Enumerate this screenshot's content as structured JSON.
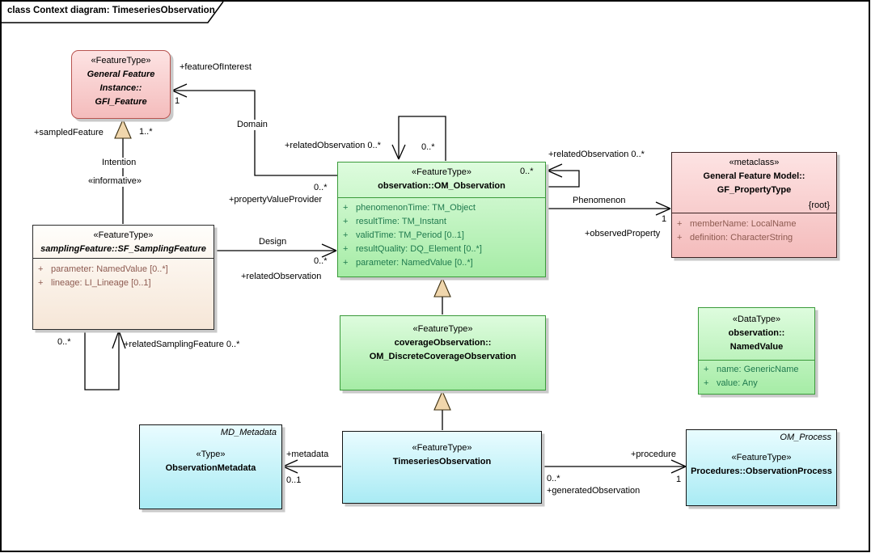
{
  "frame": {
    "title": "class Context diagram: TimeseriesObservation"
  },
  "classes": {
    "gfi_feature": {
      "stereotype": "«FeatureType»",
      "name_line1": "General Feature",
      "name_line2": "Instance::",
      "name_line3": "GFI_Feature"
    },
    "sf_sampling_feature": {
      "stereotype": "«FeatureType»",
      "name": "samplingFeature::SF_SamplingFeature",
      "attributes": [
        {
          "vis": "+",
          "text": "parameter: NamedValue [0..*]"
        },
        {
          "vis": "+",
          "text": "lineage: LI_Lineage [0..1]"
        }
      ]
    },
    "om_observation": {
      "stereotype": "«FeatureType»",
      "name": "observation::OM_Observation",
      "corner_multiplicity": "0..*",
      "attributes": [
        {
          "vis": "+",
          "text": "phenomenonTime: TM_Object"
        },
        {
          "vis": "+",
          "text": "resultTime: TM_Instant"
        },
        {
          "vis": "+",
          "text": "validTime: TM_Period [0..1]"
        },
        {
          "vis": "+",
          "text": "resultQuality: DQ_Element [0..*]"
        },
        {
          "vis": "+",
          "text": "parameter: NamedValue [0..*]"
        }
      ]
    },
    "gf_property_type": {
      "stereotype": "«metaclass»",
      "name_line1": "General Feature Model::",
      "name_line2": "GF_PropertyType",
      "tag": "{root}",
      "attributes": [
        {
          "vis": "+",
          "text": "memberName: LocalName"
        },
        {
          "vis": "+",
          "text": "definition: CharacterString"
        }
      ]
    },
    "om_discrete_coverage_observation": {
      "stereotype": "«FeatureType»",
      "name_line1": "coverageObservation::",
      "name_line2": "OM_DiscreteCoverageObservation"
    },
    "named_value": {
      "stereotype": "«DataType»",
      "name_line1": "observation::",
      "name_line2": "NamedValue",
      "attributes": [
        {
          "vis": "+",
          "text": "name: GenericName"
        },
        {
          "vis": "+",
          "text": "value: Any"
        }
      ]
    },
    "observation_metadata": {
      "corner_label": "MD_Metadata",
      "stereotype": "«Type»",
      "name": "ObservationMetadata"
    },
    "timeseries_observation": {
      "stereotype": "«FeatureType»",
      "name": "TimeseriesObservation"
    },
    "observation_process": {
      "corner_label": "OM_Process",
      "stereotype": "«FeatureType»",
      "name": "Procedures::ObservationProcess"
    }
  },
  "edge_labels": {
    "feature_of_interest_role": "+featureOfInterest",
    "feature_of_interest_mult": "1",
    "domain_name": "Domain",
    "sampled_feature_role": "+sampledFeature",
    "sampled_feature_mult": "1..*",
    "intention_name": "Intention",
    "informative_stereotype": "«informative»",
    "related_observation_top_role": "+relatedObservation 0..*",
    "related_observation_top_mult": "0..*",
    "related_observation_right_role": "+relatedObservation 0..*",
    "property_value_provider_mult": "0..*",
    "property_value_provider_role": "+propertyValueProvider",
    "phenomenon_name": "Phenomenon",
    "observed_property_mult": "1",
    "observed_property_role": "+observedProperty",
    "design_name": "Design",
    "related_observation_left_mult": "0..*",
    "related_observation_left_role": "+relatedObservation",
    "sampling_self_mult": "0..*",
    "related_sampling_feature_role": "+relatedSamplingFeature 0..*",
    "metadata_role": "+metadata",
    "metadata_mult": "0..1",
    "procedure_role": "+procedure",
    "procedure_mult": "1",
    "generated_observation_mult": "0..*",
    "generated_observation_role": "+generatedObservation"
  },
  "colors": {
    "pink_fill": "#F8CECC",
    "pink_border": "#B85450",
    "green_fill": "#B9F0B9",
    "green_border": "#3A9A3A",
    "cyan_fill": "#BFF0F8",
    "cream_fill": "#FBEFE3",
    "generalization_triangle_fill": "#F0D6AC",
    "attribute_text_green": "#1F7A4E",
    "attribute_text_maroon": "#8D5A50",
    "shadow": "#C9C9C9"
  }
}
